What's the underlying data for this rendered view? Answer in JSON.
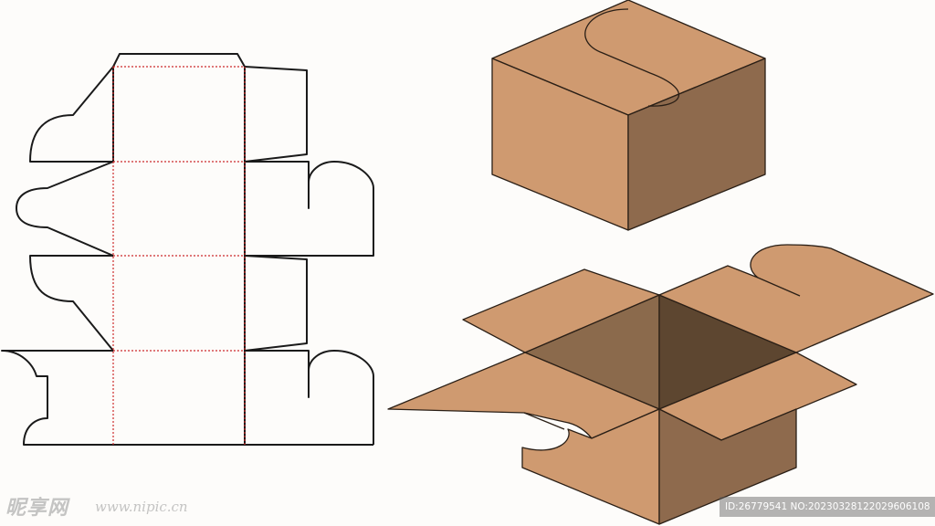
{
  "colors": {
    "background": "#fdfcfa",
    "outline": "#1a1a1a",
    "fold_line": "#cc2a2a",
    "face_light": "#cf9a70",
    "face_dark": "#8e6a4d",
    "interior_mid": "#8b6a4c",
    "interior_dark": "#5d4630"
  },
  "watermark": {
    "logo_text": "昵享网",
    "url": "www.nipic.cn"
  },
  "id_strip": {
    "text": "ID:26779541 NO:20230328122029606108"
  }
}
